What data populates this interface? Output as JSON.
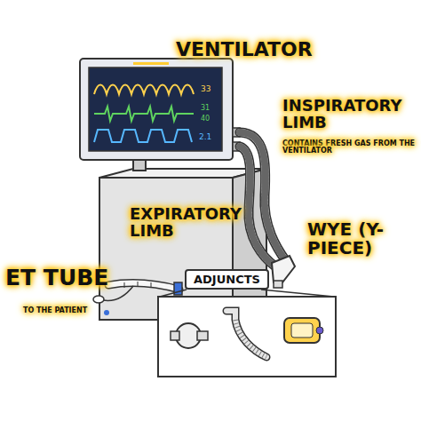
{
  "diagram": {
    "nodes": [
      {
        "text": [
          "ADJUNCTS"
        ]
      }
    ],
    "labels": [
      "VENTILATOR",
      "INSPIRATORY LIMB",
      "CONTAINS FRESH GAS FROM THE VENTILATOR",
      "EXPIRATORY LIMB",
      "WYE (Y-PIECE)",
      "ET TUBE",
      "TO THE PATIENT",
      "33",
      "31",
      "40",
      "2.1"
    ]
  }
}
